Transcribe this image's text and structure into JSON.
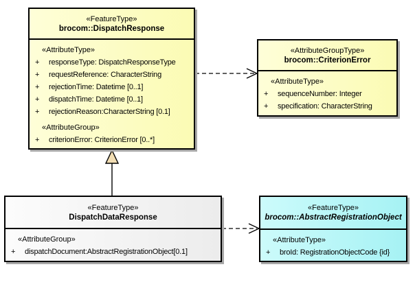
{
  "diagram_type": "uml-class-diagram",
  "colors": {
    "class_fill_yellow": "#FCFCBE",
    "class_fill_cyan": "#AFF4F5",
    "class_fill_gray": "#F2F2F2",
    "border": "#000000",
    "shadow": "#A8A8A8",
    "generalization_triangle_fill": "#F1DDB3"
  },
  "boxes": {
    "dispatchResponse": {
      "stereotype": "«FeatureType»",
      "name": "brocom::DispatchResponse",
      "rows": [
        {
          "kind": "heading",
          "text": "«AttributeType»"
        },
        {
          "kind": "attr",
          "vis": "+",
          "text": "responseType: DispatchResponseType"
        },
        {
          "kind": "attr",
          "vis": "+",
          "text": "requestReference: CharacterString"
        },
        {
          "kind": "attr",
          "vis": "+",
          "text": "rejectionTime: Datetime [0..1]"
        },
        {
          "kind": "attr",
          "vis": "+",
          "text": "dispatchTime: Datetime [0..1]"
        },
        {
          "kind": "attr",
          "vis": "+",
          "text": "rejectionReason:CharacterString [0.1]"
        },
        {
          "kind": "heading",
          "text": "«AttributeGroup»"
        },
        {
          "kind": "attr",
          "vis": "+",
          "text": "criterionError: CriterionError [0..*]"
        }
      ]
    },
    "criterionError": {
      "stereotype": "«AttributeGroupType»",
      "name": "brocom::CriterionError",
      "rows": [
        {
          "kind": "heading",
          "text": "«AttributeType»"
        },
        {
          "kind": "attr",
          "vis": "+",
          "text": "sequenceNumber: Integer"
        },
        {
          "kind": "attr",
          "vis": "+",
          "text": "specification: CharacterString"
        }
      ]
    },
    "dispatchDataResponse": {
      "stereotype": "«FeatureType»",
      "name": "DispatchDataResponse",
      "rows": [
        {
          "kind": "heading",
          "text": "«AttributeGroup»"
        },
        {
          "kind": "attr",
          "vis": "+",
          "text": "dispatchDocument:AbstractRegistrationObject[0.1]"
        }
      ]
    },
    "abstractRegistrationObject": {
      "stereotype": "«FeatureType»",
      "name": "brocom::AbstractRegistrationObject",
      "rows": [
        {
          "kind": "heading",
          "text": "«AttributeType»"
        },
        {
          "kind": "attr",
          "vis": "+",
          "text": "broId: RegistrationObjectCode {id}"
        }
      ]
    }
  },
  "connectors": [
    {
      "type": "dependency-dashed-open-arrow",
      "from": "brocom::DispatchResponse",
      "to": "brocom::CriterionError"
    },
    {
      "type": "dependency-dashed-open-arrow",
      "from": "DispatchDataResponse",
      "to": "brocom::AbstractRegistrationObject"
    },
    {
      "type": "generalization-hollow-triangle",
      "from": "DispatchDataResponse",
      "to": "brocom::DispatchResponse"
    }
  ]
}
